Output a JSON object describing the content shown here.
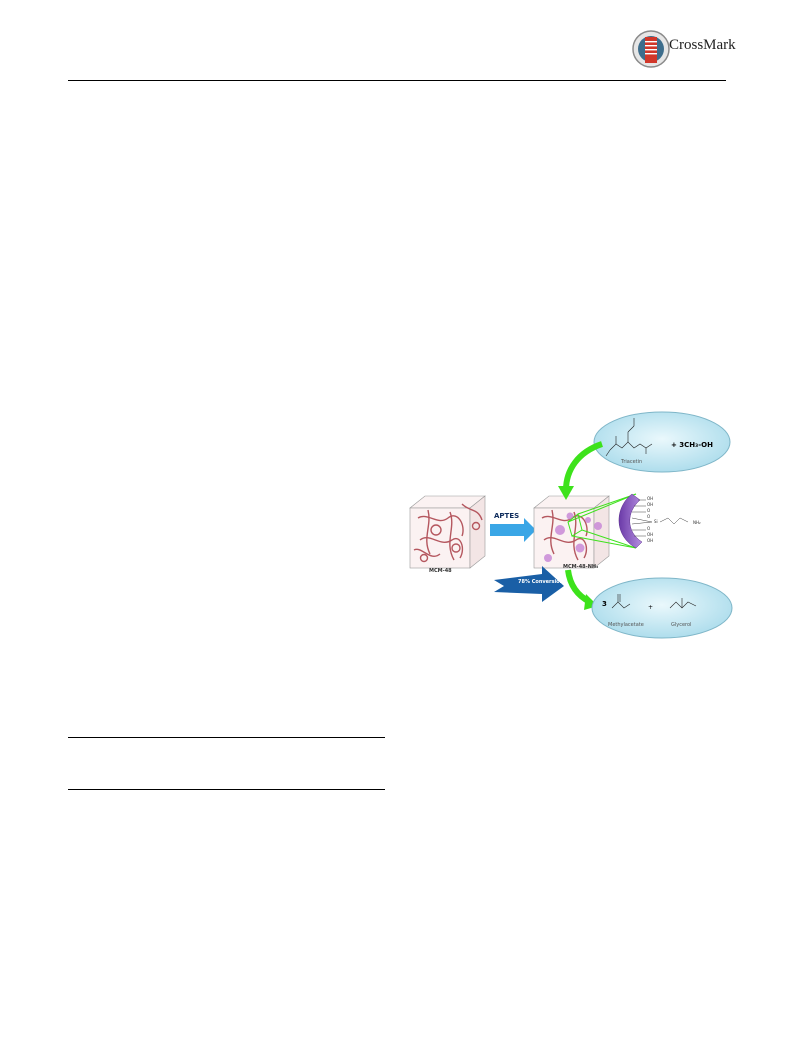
{
  "header": {
    "crossmark_label": "CrossMark",
    "crossmark_icon": "crossmark-ribbon-icon"
  },
  "graphical_abstract": {
    "support_label": "MCM-48",
    "modifier_label": "APTES",
    "functionalized_label": "MCM-48-NH₂",
    "surface_groups": [
      "OH",
      "OH",
      "O",
      "O",
      "O",
      "OH",
      "OH"
    ],
    "silicon_label": "Si",
    "amine_label": "NH₂",
    "reactant_name": "Triacetin",
    "reactant_addend": "+ 3CH₃-OH",
    "conversion_label": "78% Conversion",
    "product_coefficient": "3",
    "product_1_name": "Methylacetate",
    "product_separator": "+",
    "product_2_name": "Glycerol",
    "colors": {
      "bubble_fill": "#bfe8f3",
      "bubble_stroke": "#7fb6c8",
      "green_arrow": "#3de21b",
      "aptes_arrow": "#3aa6e6",
      "conversion_arrow": "#1a5fa6",
      "framework": "#b5575f",
      "pore": "#c98ad8"
    }
  }
}
